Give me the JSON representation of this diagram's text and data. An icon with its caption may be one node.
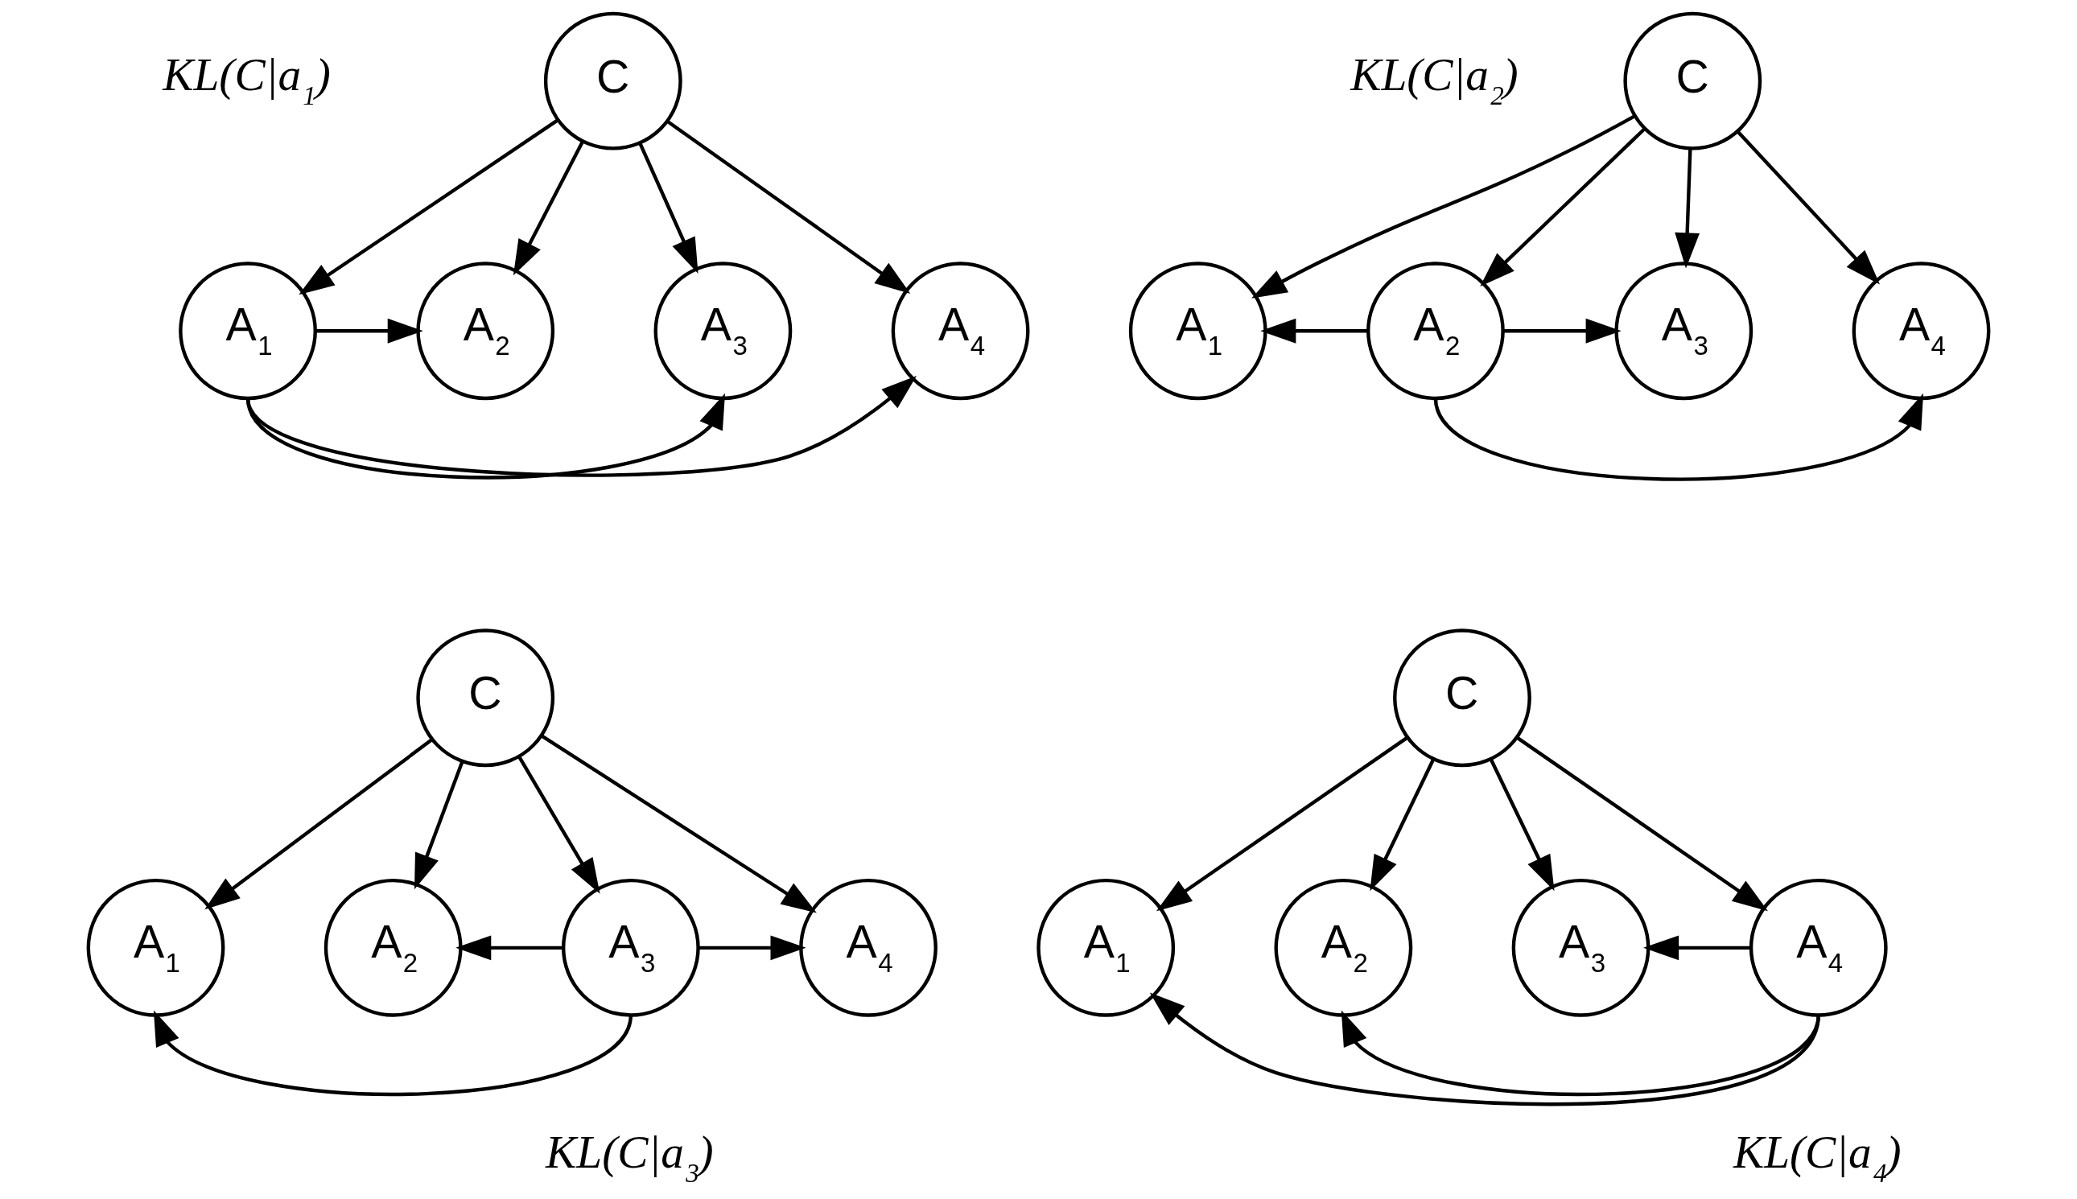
{
  "diagram": {
    "nodes": [
      {
        "text": [
          "C"
        ]
      },
      {
        "text": [
          "A$_{1}$"
        ],
        "beside": [
          "KL(C|a$_{1}$)"
        ]
      },
      {
        "text": [
          "A$_{2}$"
        ]
      },
      {
        "text": [
          "A$_{3}$"
        ]
      },
      {
        "text": [
          "A$_{4}$"
        ]
      },
      {
        "text": [
          "C"
        ]
      },
      {
        "text": [
          "A$_{1}$"
        ]
      },
      {
        "text": [
          "A$_{2}$"
        ],
        "beside": [
          "KL(C|a$_{2}$)"
        ]
      },
      {
        "text": [
          "A$_{3}$"
        ]
      },
      {
        "text": [
          "A$_{4}$"
        ]
      },
      {
        "text": [
          "C"
        ]
      },
      {
        "text": [
          "A$_{1}$"
        ]
      },
      {
        "text": [
          "A$_{2}$"
        ]
      },
      {
        "text": [
          "A$_{3}$"
        ],
        "beside": [
          "KL(C|a$_{3}$)"
        ]
      },
      {
        "text": [
          "A$_{4}$"
        ]
      },
      {
        "text": [
          "C"
        ]
      },
      {
        "text": [
          "A$_{1}$"
        ]
      },
      {
        "text": [
          "A$_{2}$"
        ]
      },
      {
        "text": [
          "A$_{3}$"
        ]
      },
      {
        "text": [
          "A$_{4}$"
        ],
        "beside": [
          "KL(C|a$_{4}$)"
        ]
      }
    ],
    "edges": [
      {
        "from": 0,
        "to": 1,
        "arrow": "to"
      },
      {
        "from": 0,
        "to": 2,
        "arrow": "to"
      },
      {
        "from": 0,
        "to": 3,
        "arrow": "to"
      },
      {
        "from": 0,
        "to": 4,
        "arrow": "to"
      },
      {
        "from": 1,
        "to": 2,
        "arrow": "to"
      },
      {
        "from": 1,
        "to": 3,
        "arrow": "to"
      },
      {
        "from": 1,
        "to": 4,
        "arrow": "to"
      },
      {
        "from": 5,
        "to": 6,
        "arrow": "to"
      },
      {
        "from": 5,
        "to": 7,
        "arrow": "to"
      },
      {
        "from": 5,
        "to": 8,
        "arrow": "to"
      },
      {
        "from": 5,
        "to": 9,
        "arrow": "to"
      },
      {
        "from": 7,
        "to": 6,
        "arrow": "to"
      },
      {
        "from": 7,
        "to": 8,
        "arrow": "to"
      },
      {
        "from": 7,
        "to": 9,
        "arrow": "to"
      },
      {
        "from": 10,
        "to": 11,
        "arrow": "to"
      },
      {
        "from": 10,
        "to": 12,
        "arrow": "to"
      },
      {
        "from": 10,
        "to": 13,
        "arrow": "to"
      },
      {
        "from": 10,
        "to": 14,
        "arrow": "to"
      },
      {
        "from": 13,
        "to": 12,
        "arrow": "to"
      },
      {
        "from": 13,
        "to": 14,
        "arrow": "to"
      },
      {
        "from": 13,
        "to": 11,
        "arrow": "to"
      },
      {
        "from": 15,
        "to": 16,
        "arrow": "to"
      },
      {
        "from": 15,
        "to": 17,
        "arrow": "to"
      },
      {
        "from": 15,
        "to": 18,
        "arrow": "to"
      },
      {
        "from": 15,
        "to": 19,
        "arrow": "to"
      },
      {
        "from": 19,
        "to": 18,
        "arrow": "to"
      },
      {
        "from": 19,
        "to": 17,
        "arrow": "to"
      },
      {
        "from": 19,
        "to": 16,
        "arrow": "to"
      }
    ]
  }
}
